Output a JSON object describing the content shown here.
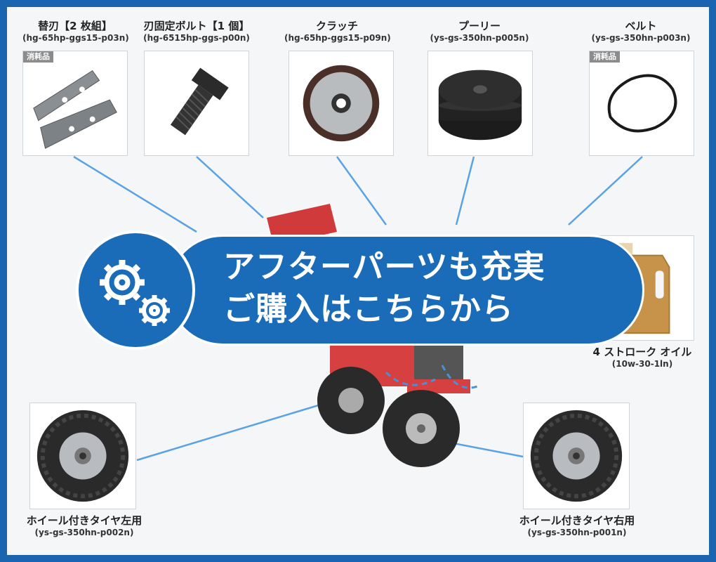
{
  "banner": {
    "line1": "アフターパーツも充実",
    "line2": "ご購入はこちらから",
    "color": "#1a6cb8"
  },
  "badge_label": "消耗品",
  "parts": {
    "blade": {
      "name": "替刃【2 枚組】",
      "code": "(hg-65hp-ggs15-p03n)",
      "consumable": true
    },
    "bolt": {
      "name": "刃固定ボルト【1 個】",
      "code": "(hg-6515hp-ggs-p00n)",
      "consumable": false
    },
    "clutch": {
      "name": "クラッチ",
      "code": "(hg-65hp-ggs15-p09n)",
      "consumable": false
    },
    "pulley": {
      "name": "プーリー",
      "code": "(ys-gs-350hn-p005n)",
      "consumable": false
    },
    "belt": {
      "name": "ベルト",
      "code": "(ys-gs-350hn-p003n)",
      "consumable": true
    },
    "oil": {
      "name": "4 ストローク オイル",
      "code": "(10w-30-1ln)",
      "consumable": false
    },
    "tire_left": {
      "name": "ホイール付きタイヤ左用",
      "code": "(ys-gs-350hn-p002n)",
      "consumable": false
    },
    "tire_right": {
      "name": "ホイール付きタイヤ右用",
      "code": "(ys-gs-350hn-p001n)",
      "consumable": false
    }
  },
  "icons": [
    "gear-icon",
    "gear-small-icon",
    "blade-icon",
    "bolt-icon",
    "clutch-icon",
    "pulley-icon",
    "belt-icon",
    "oil-can-icon",
    "tire-icon"
  ]
}
